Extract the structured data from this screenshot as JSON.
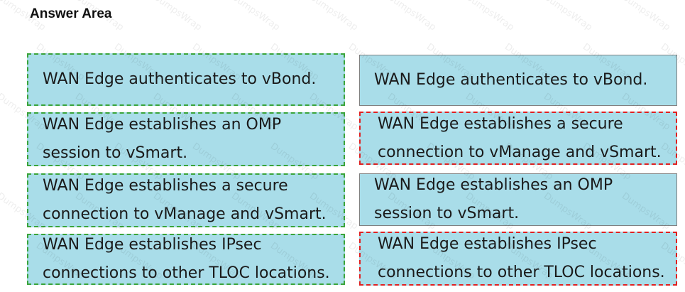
{
  "header": {
    "title": "Answer Area"
  },
  "left_column": [
    {
      "lines": [
        "WAN Edge authenticates to vBond."
      ]
    },
    {
      "lines": [
        "WAN Edge establishes an OMP",
        "session to vSmart."
      ]
    },
    {
      "lines": [
        "WAN Edge establishes a secure",
        "connection to vManage and vSmart."
      ]
    },
    {
      "lines": [
        "WAN Edge establishes IPsec",
        "connections to other TLOC locations."
      ]
    }
  ],
  "right_column": [
    {
      "lines": [
        "WAN Edge authenticates to vBond."
      ]
    },
    {
      "lines": [
        "WAN Edge establishes a secure",
        "connection to vManage and vSmart."
      ]
    },
    {
      "lines": [
        "WAN Edge establishes an OMP",
        "session to vSmart."
      ]
    },
    {
      "lines": [
        "WAN Edge establishes IPsec",
        "connections to other TLOC locations."
      ]
    }
  ],
  "watermark": {
    "text": "DumpsWrap"
  },
  "colors": {
    "box_fill": "#a9dde9",
    "left_border": "#3aa43a",
    "highlight_border": "#e02020"
  }
}
